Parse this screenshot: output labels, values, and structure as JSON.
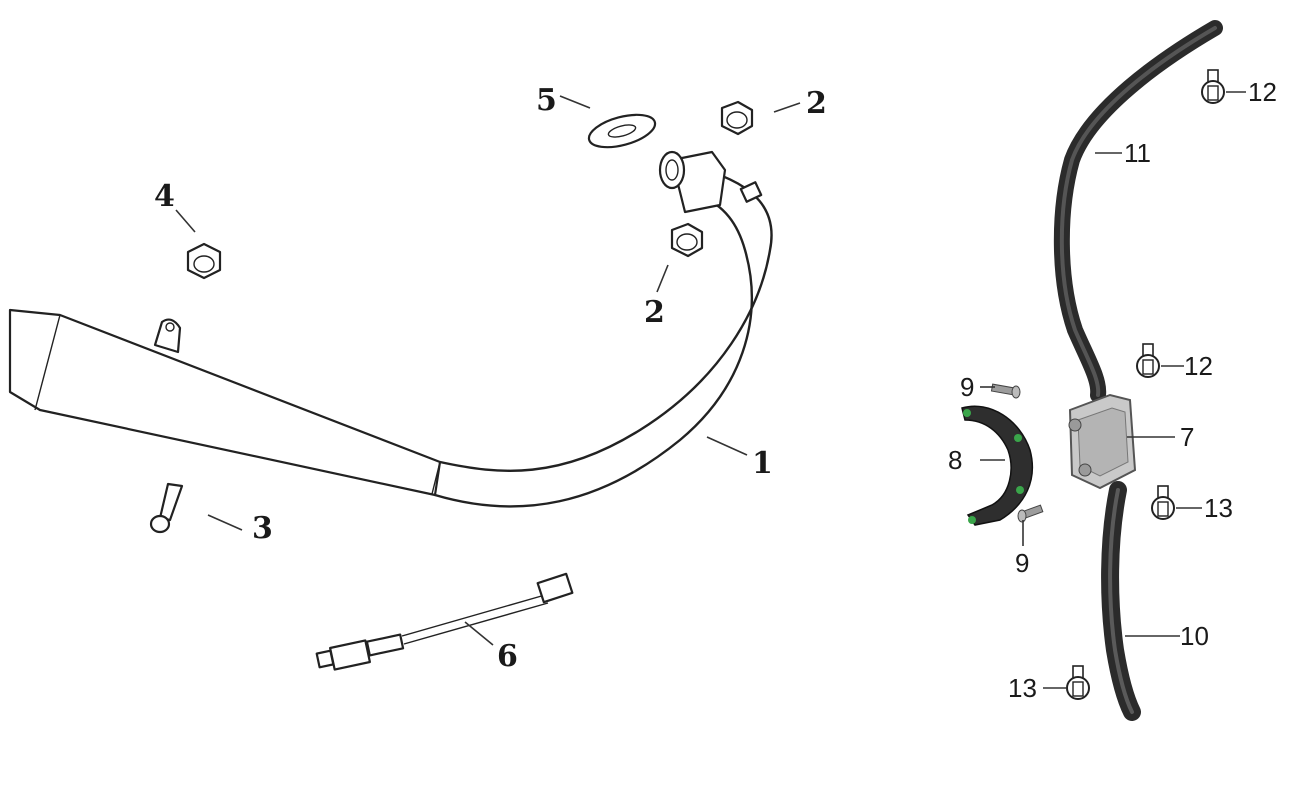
{
  "diagram": {
    "callouts": [
      {
        "id": "exhaust-pipe",
        "number": "1"
      },
      {
        "id": "nut-upper",
        "number": "2"
      },
      {
        "id": "nut-lower",
        "number": "2"
      },
      {
        "id": "bolt",
        "number": "3"
      },
      {
        "id": "nut-left",
        "number": "4"
      },
      {
        "id": "gasket",
        "number": "5"
      },
      {
        "id": "oxygen-sensor",
        "number": "6"
      },
      {
        "id": "valve",
        "number": "7"
      },
      {
        "id": "bracket",
        "number": "8"
      },
      {
        "id": "screw-upper",
        "number": "9"
      },
      {
        "id": "screw-lower",
        "number": "9"
      },
      {
        "id": "hose-lower",
        "number": "10"
      },
      {
        "id": "hose-upper",
        "number": "11"
      },
      {
        "id": "clamp-top",
        "number": "12"
      },
      {
        "id": "clamp-mid",
        "number": "12"
      },
      {
        "id": "clamp-right",
        "number": "13"
      },
      {
        "id": "clamp-bottom",
        "number": "13"
      }
    ]
  }
}
